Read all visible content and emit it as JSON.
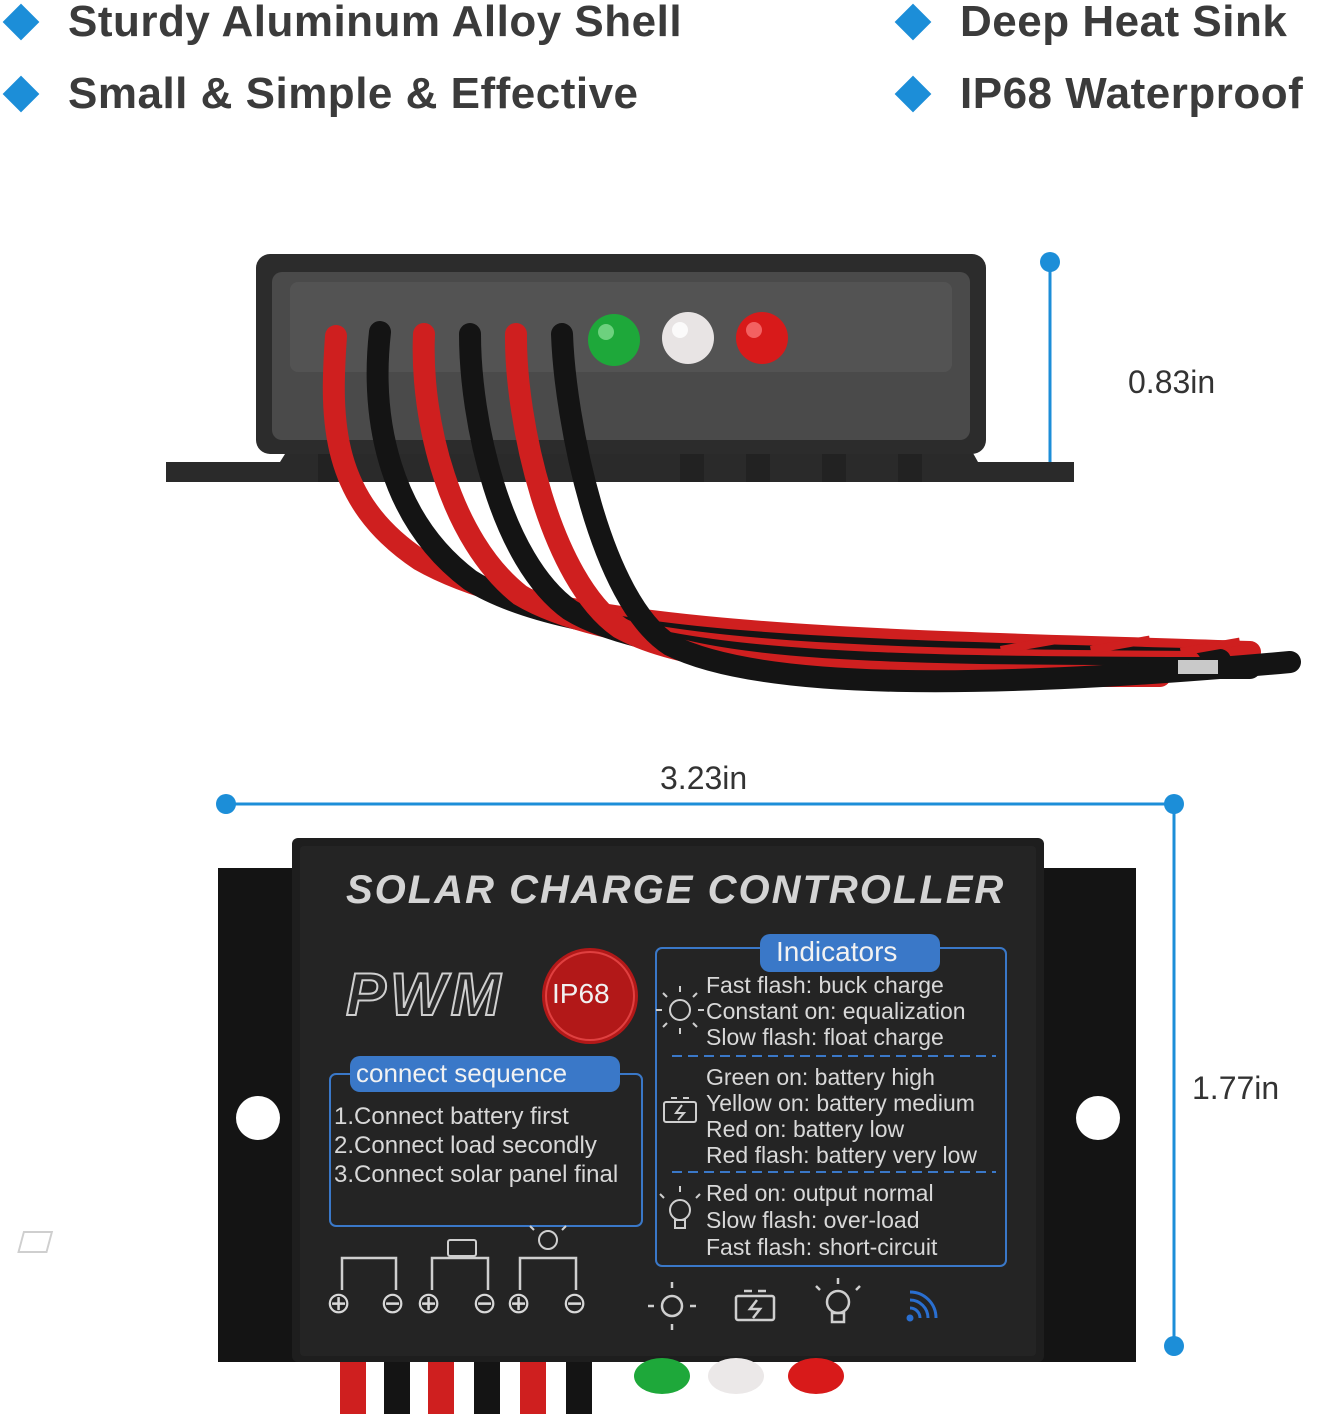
{
  "features": [
    {
      "text": "Sturdy Aluminum Alloy Shell"
    },
    {
      "text": "Deep Heat Sink"
    },
    {
      "text": "Small & Simple & Effective"
    },
    {
      "text": "IP68 Waterproof"
    }
  ],
  "dimensions": {
    "height": "0.83in",
    "length": "3.23in",
    "width": "1.77in"
  },
  "panel": {
    "title": "SOLAR CHARGE CONTROLLER",
    "pwm": "PWM",
    "ip_badge": "IP68",
    "connect_heading": "connect sequence",
    "connect_steps": [
      "1.Connect battery first",
      "2.Connect load secondly",
      "3.Connect solar panel final"
    ],
    "indicators_heading": "Indicators",
    "solar_lines": [
      "Fast flash: buck charge",
      "Constant on: equalization",
      "Slow flash: float charge"
    ],
    "battery_lines": [
      "Green on: battery high",
      "Yellow on: battery medium",
      "Red on: battery low",
      "Red flash: battery very low"
    ],
    "load_lines": [
      "Red on: output normal",
      "Slow flash: over-load",
      "Fast flash: short-circuit"
    ],
    "plus": "⊕",
    "minus": "⊖"
  },
  "colors": {
    "accent": "#1c8ed8",
    "panel_text": "#d8d8d8",
    "panel_blue": "#3a78c8",
    "wire_red": "#d42020",
    "wire_black": "#151515",
    "led_green": "#1ea83a",
    "led_red": "#d81a1a"
  },
  "icons": [
    "diamond-bullet-icon",
    "sun-icon",
    "battery-icon",
    "bulb-icon",
    "wireless-icon",
    "solar-panel-icon"
  ]
}
